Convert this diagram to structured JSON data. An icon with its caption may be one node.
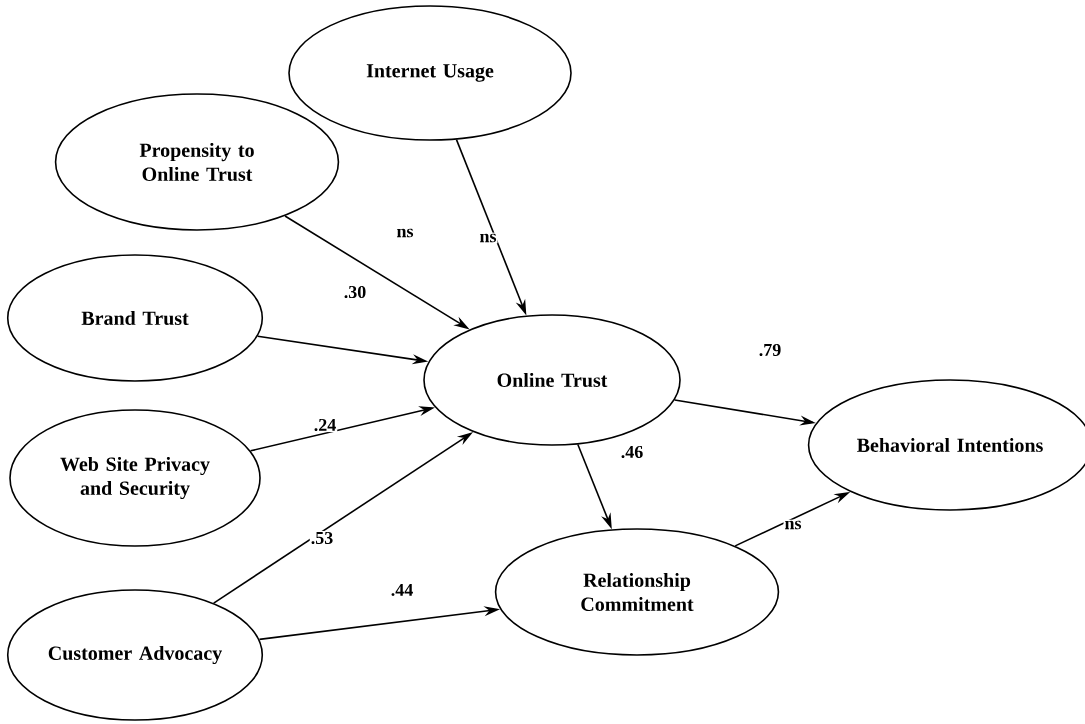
{
  "diagram": {
    "nodes": [
      {
        "text": [
          "Internet Usage"
        ]
      },
      {
        "text": [
          "Propensity to Online Trust"
        ]
      },
      {
        "text": [
          "Brand Trust"
        ]
      },
      {
        "text": [
          "Online Trust"
        ]
      },
      {
        "text": [
          "Web Site Privacy and Security"
        ]
      },
      {
        "text": [
          "Behavioral Intentions"
        ]
      },
      {
        "text": [
          "Relationship Commitment"
        ]
      },
      {
        "text": [
          "Customer Advocacy"
        ]
      }
    ],
    "edges": [
      {
        "from": 0,
        "to": 3,
        "arrow": "to",
        "label": "ns"
      },
      {
        "from": 1,
        "to": 3,
        "arrow": "to",
        "label": "ns"
      },
      {
        "from": 2,
        "to": 3,
        "arrow": "to",
        "label": ".30"
      },
      {
        "from": 4,
        "to": 3,
        "arrow": "to",
        "label": ".24"
      },
      {
        "from": 7,
        "to": 3,
        "arrow": "to",
        "label": ".53"
      },
      {
        "from": 3,
        "to": 5,
        "arrow": "to",
        "label": ".79"
      },
      {
        "from": 3,
        "to": 6,
        "arrow": "to",
        "label": ".46"
      },
      {
        "from": 7,
        "to": 6,
        "arrow": "to",
        "label": ".44"
      },
      {
        "from": 6,
        "to": 5,
        "arrow": "to",
        "label": "ns"
      }
    ]
  }
}
